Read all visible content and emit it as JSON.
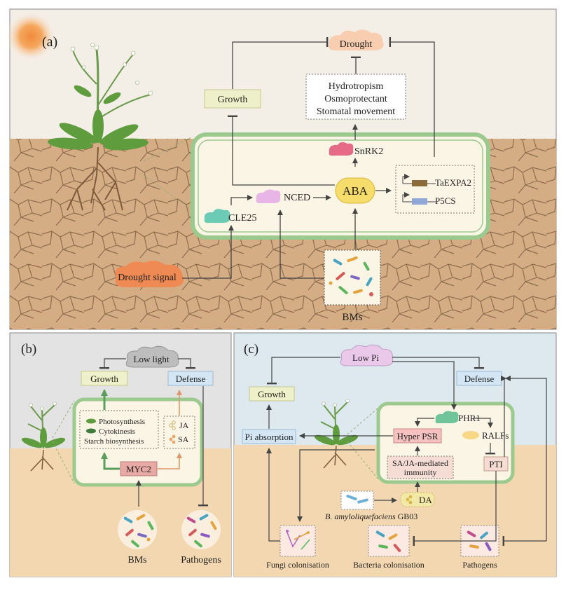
{
  "panel_a": {
    "label": "(a)",
    "drought": "Drought",
    "growth": "Growth",
    "responses": [
      "Hydrotropism",
      "Osmoprotectant",
      "Stomatal movement"
    ],
    "snrk2": "SnRK2",
    "aba": "ABA",
    "nced": "NCED",
    "cle25": "CLE25",
    "genes": [
      "TaEXPA2",
      "P5CS"
    ],
    "drought_signal": "Drought signal",
    "bms": "BMs"
  },
  "panel_b": {
    "label": "(b)",
    "low_light": "Low light",
    "growth": "Growth",
    "defense": "Defense",
    "processes": [
      "Photosynthesis",
      "Cytokinesis",
      "Starch biosynthesis"
    ],
    "hormones": [
      "JA",
      "SA"
    ],
    "myc2": "MYC2",
    "bms": "BMs",
    "pathogens": "Pathogens"
  },
  "panel_c": {
    "label": "(c)",
    "low_pi": "Low Pi",
    "growth": "Growth",
    "defense": "Defense",
    "pi_absorption": "Pi absorption",
    "phr1": "PHR1",
    "hyper_psr": "Hyper PSR",
    "ralfs": "RALFs",
    "pti": "PTI",
    "sa_ja": [
      "SA/JA-mediated",
      "immunity"
    ],
    "da": "DA",
    "strain_species": "B. amyloliquefaciens",
    "strain_id": " GB03",
    "fungi": "Fungi colonisation",
    "bacteria": "Bacteria colonisation",
    "pathogens": "Pathogens"
  },
  "colors": {
    "cell_fill": "#fbf5e6",
    "cell_border": "#9cc98e",
    "growth_box": "#eef0c9",
    "defense_box": "#d4e6f4",
    "drought_cloud": "#f9ceb0",
    "drought_signal": "#ef8a55",
    "aba": "#f6dc6a",
    "snrk2": "#e66b86",
    "nced": "#e8b6e6",
    "cle25": "#6ccbb4",
    "phr1": "#6fc49a",
    "hyper_psr": "#f5c1c1",
    "ralfs": "#f7d684",
    "pti": "#f6dcd2",
    "green_arrow": "#5a9e5a",
    "orange_arrow": "#d9976a",
    "soil": "#cfa77e",
    "sky": "#f1ede4"
  }
}
